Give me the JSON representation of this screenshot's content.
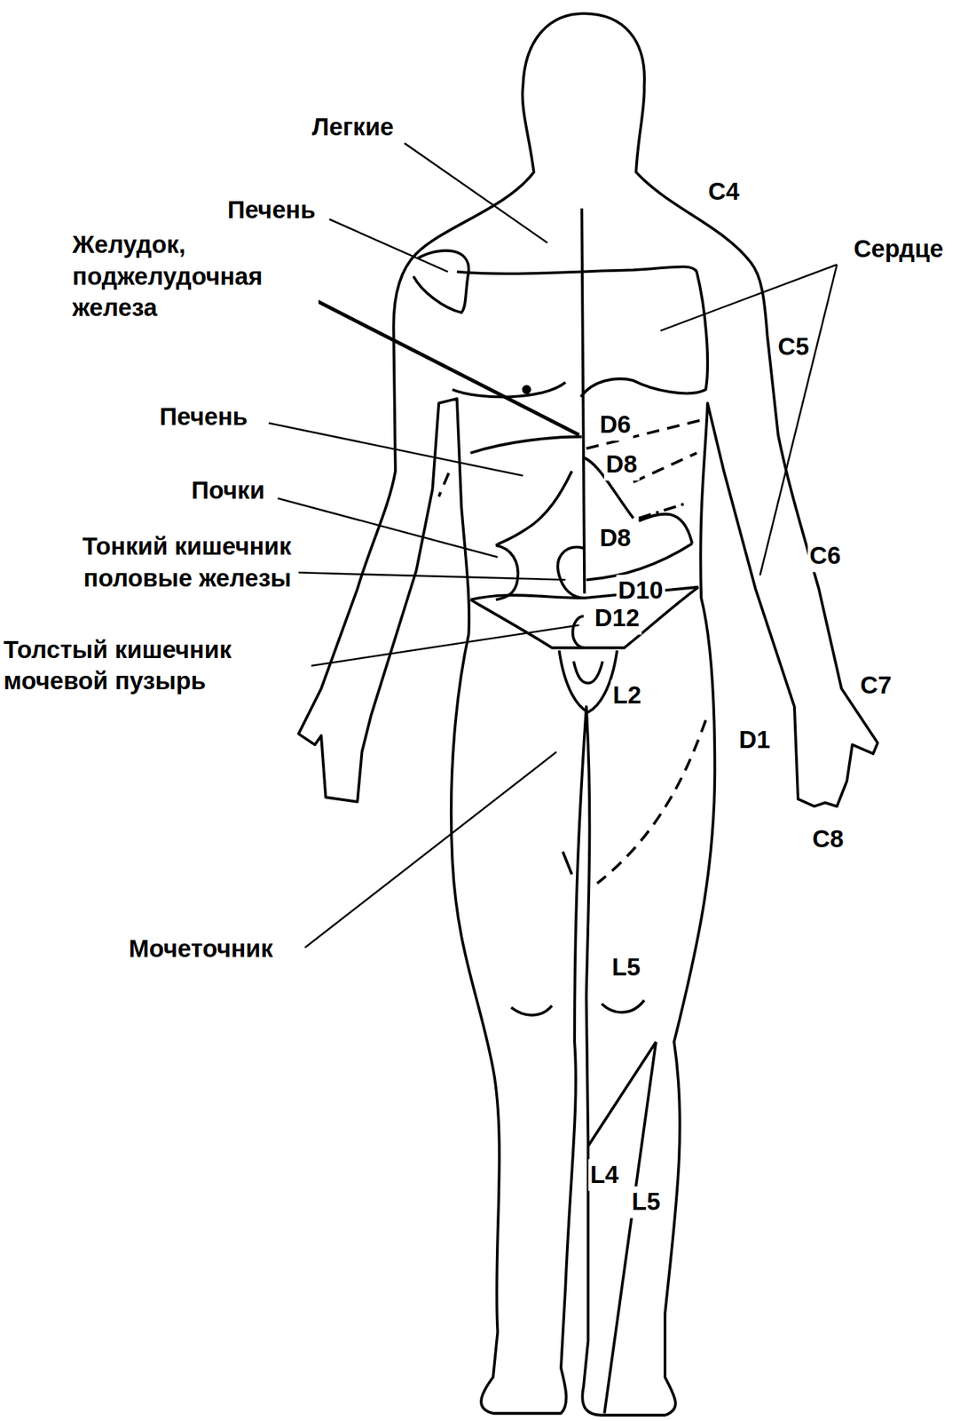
{
  "diagram": {
    "labels": [
      "Легкие",
      "Печень",
      "Желудок, поджелудочная железа",
      "C4",
      "Сердце",
      "C5",
      "Печень",
      "Почки",
      "Тонкий кишечник половые железы",
      "Толстый кишечник мочевой пузырь",
      "D6",
      "D8",
      "D8",
      "C6",
      "D10",
      "D12",
      "C7",
      "L2",
      "D1",
      "C8",
      "Мочеточник",
      "L5",
      "L4",
      "L5"
    ]
  }
}
